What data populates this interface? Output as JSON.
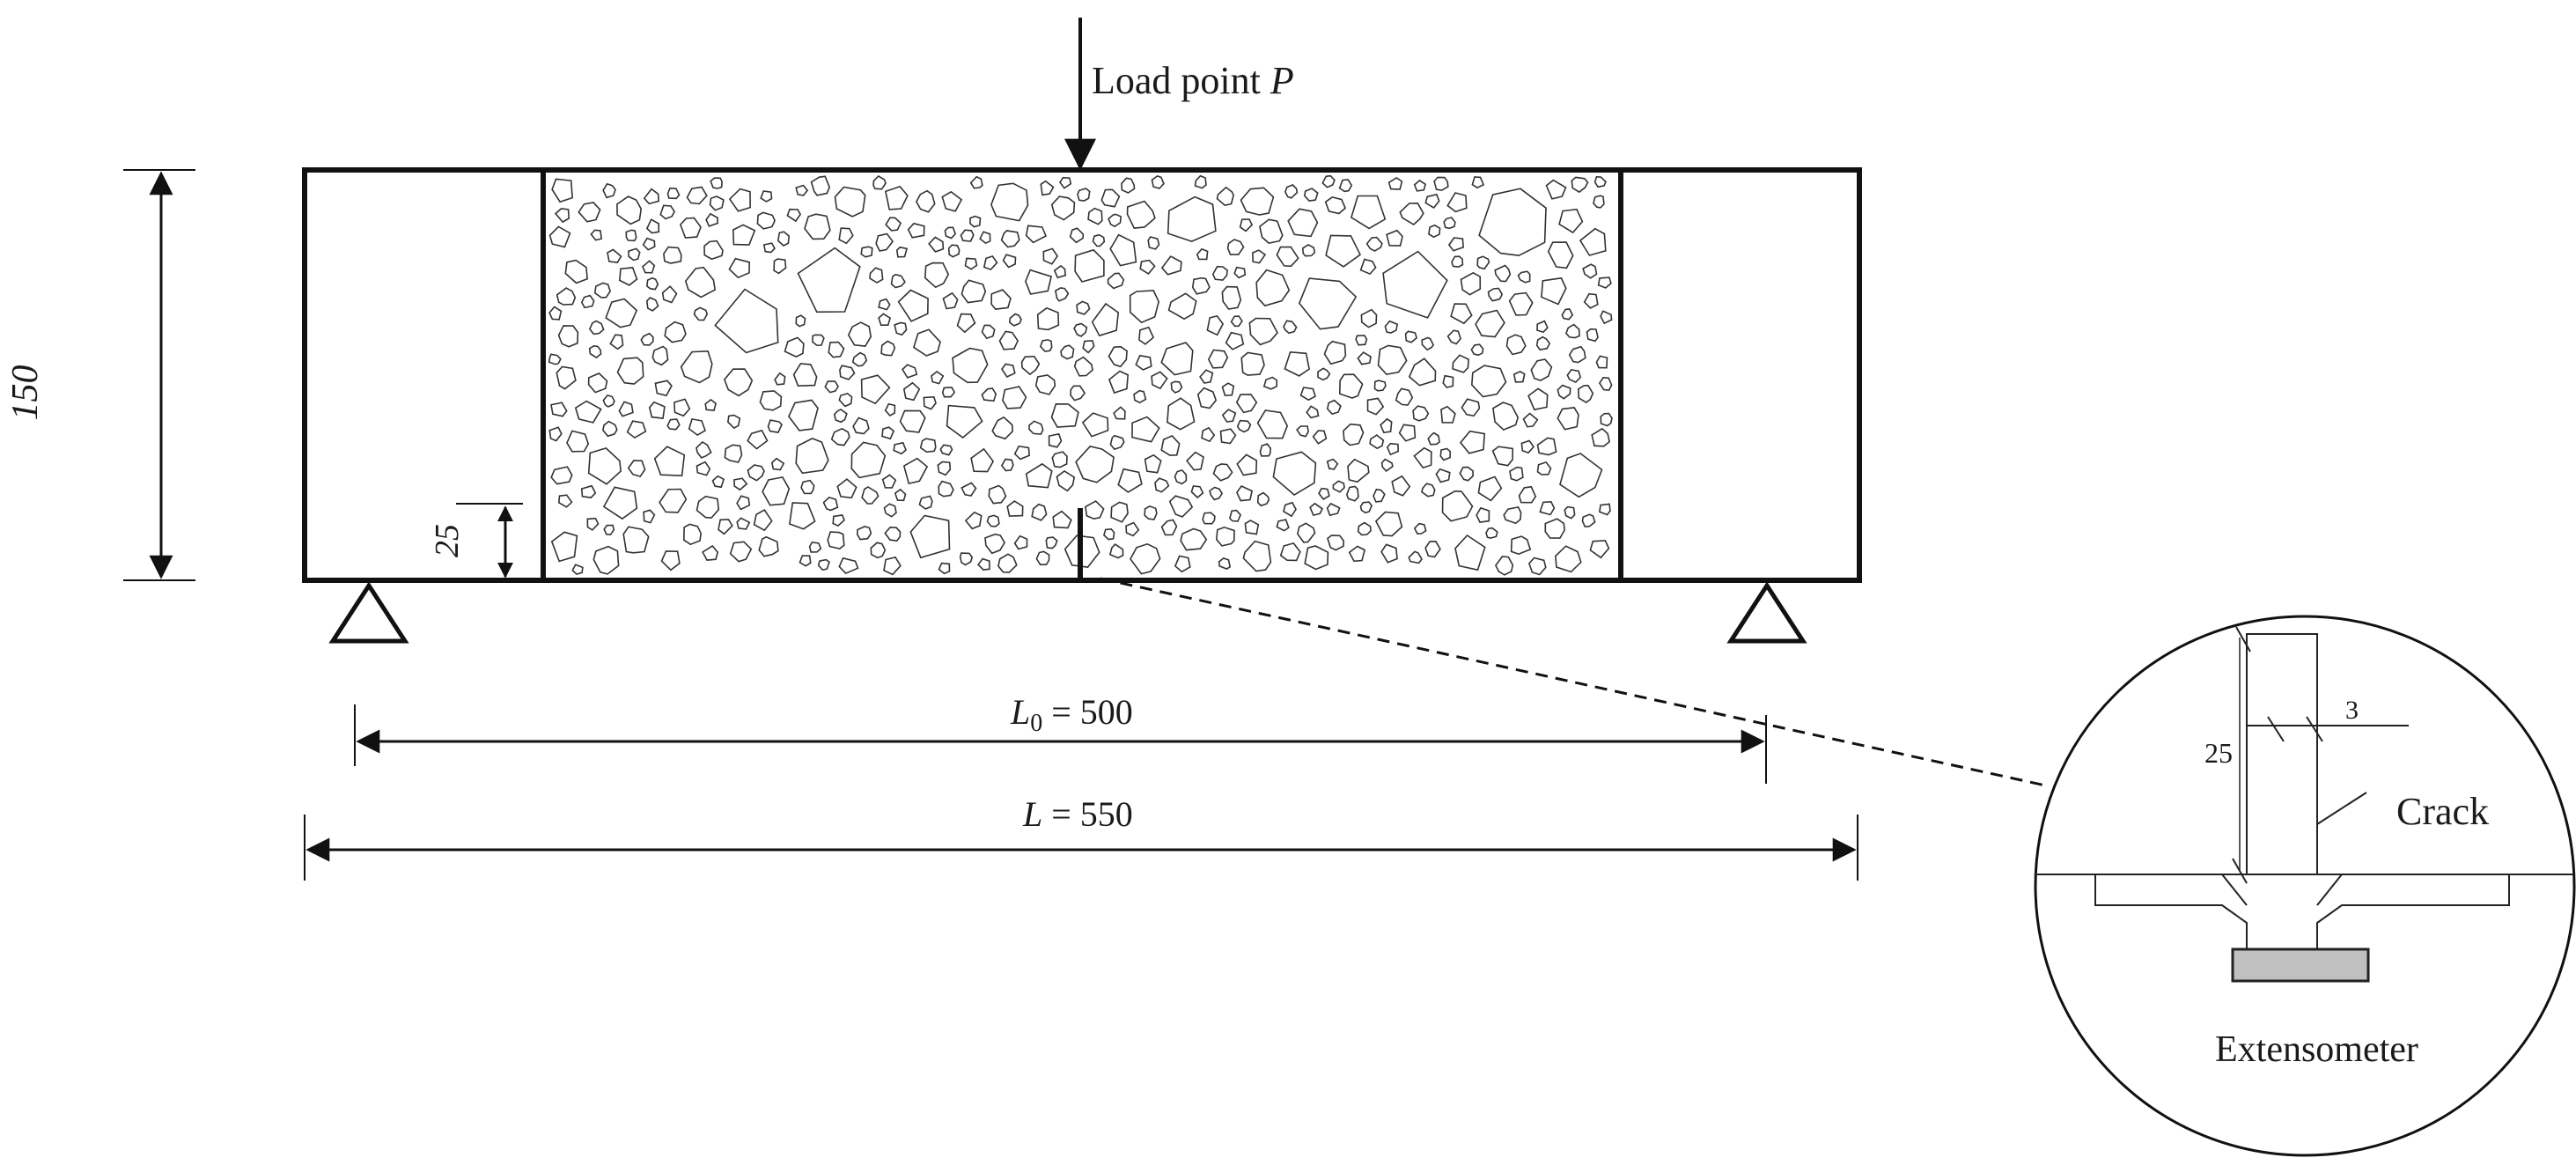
{
  "labels": {
    "load": "Load point ",
    "load_symbol": "P",
    "height": "150",
    "notch_depth": "25",
    "span_symbol": "L",
    "span_subscript": "0",
    "span_value": " = 500",
    "length_symbol": "L",
    "length_value": " = 550",
    "detail_depth": "25",
    "detail_width": "3",
    "crack": "Crack",
    "extensometer": "Extensometer"
  },
  "colors": {
    "line": "#111111",
    "extensometer_fill": "#c0c0c0",
    "background": "#ffffff"
  }
}
